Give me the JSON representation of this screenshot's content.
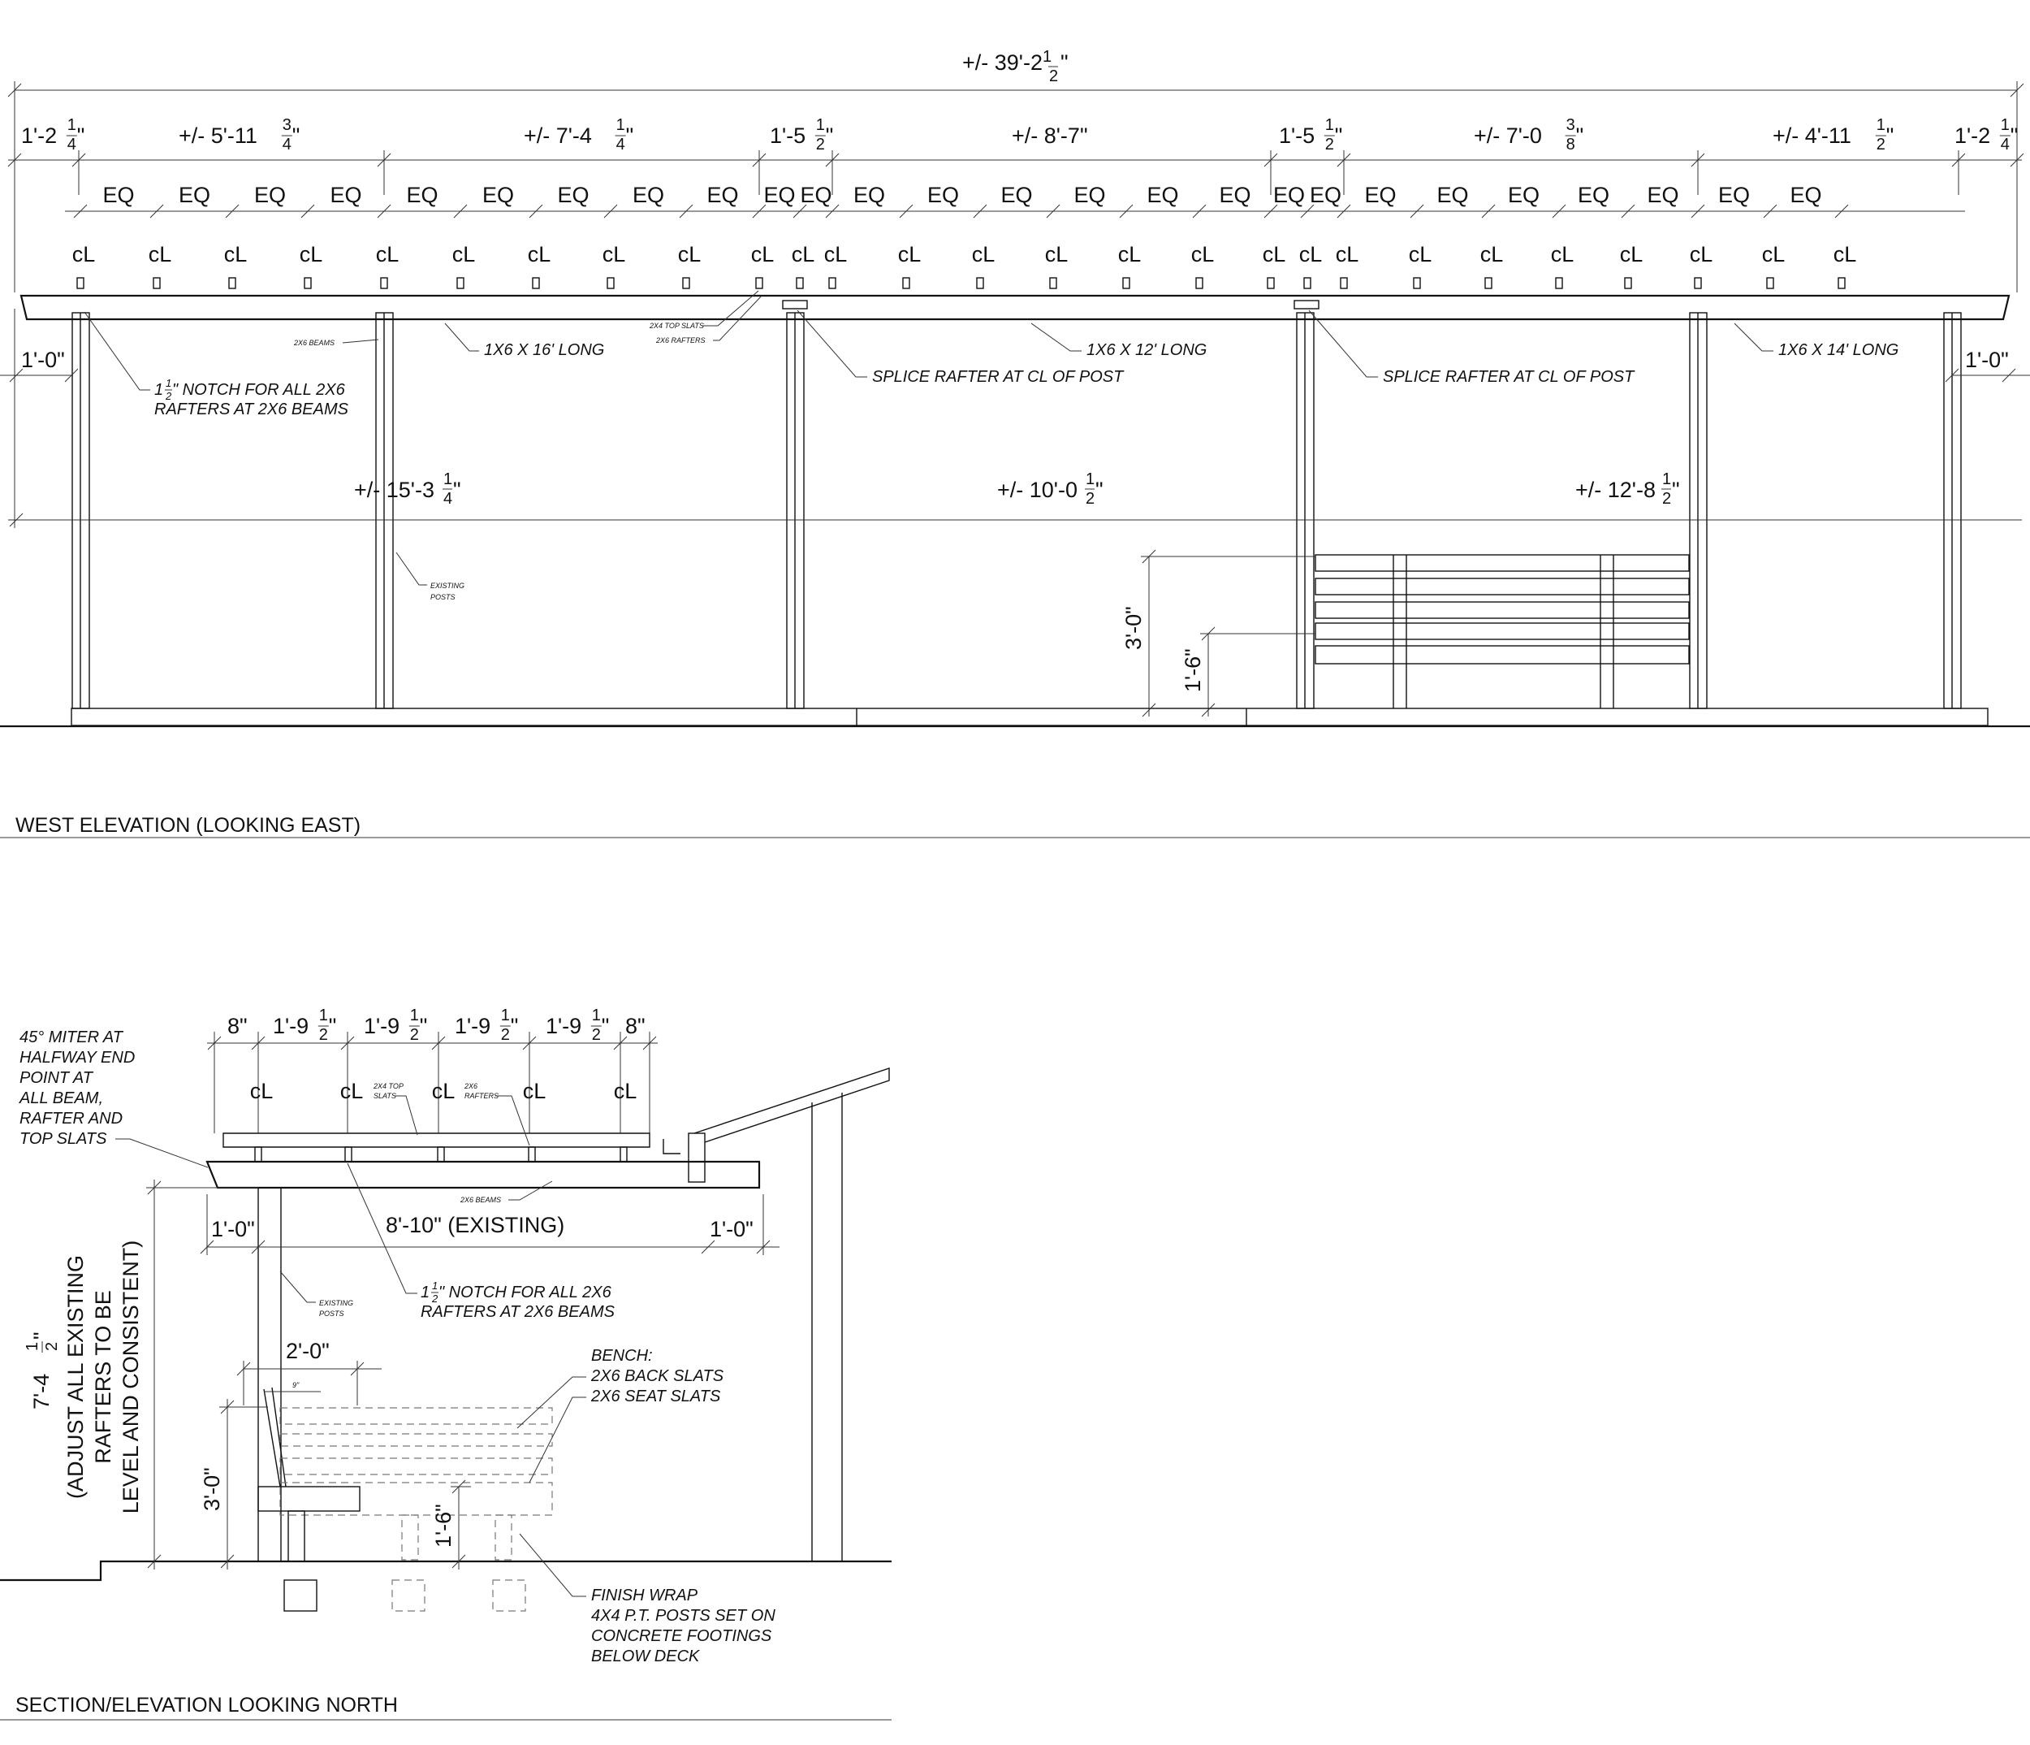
{
  "west_elevation": {
    "title": "WEST ELEVATION (LOOKING EAST)",
    "overall_dim": {
      "main": "+/- 39'-2",
      "num": "1",
      "den": "2",
      "suffix": "\""
    },
    "segment_dims": [
      {
        "main": "1'-2",
        "num": "1",
        "den": "4",
        "suffix": "\""
      },
      {
        "main": "+/- 5'-11",
        "num": "3",
        "den": "4",
        "suffix": "\""
      },
      {
        "main": "+/- 7'-4",
        "num": "1",
        "den": "4",
        "suffix": "\""
      },
      {
        "main": "1'-5",
        "num": "1",
        "den": "2",
        "suffix": "\""
      },
      {
        "main": "+/- 8'-7\"",
        "num": "",
        "den": "",
        "suffix": ""
      },
      {
        "main": "1'-5",
        "num": "1",
        "den": "2",
        "suffix": "\""
      },
      {
        "main": "+/- 7'-0",
        "num": "3",
        "den": "8",
        "suffix": "\""
      },
      {
        "main": "+/- 4'-11",
        "num": "1",
        "den": "2",
        "suffix": "\""
      },
      {
        "main": "1'-2",
        "num": "1",
        "den": "4",
        "suffix": "\""
      }
    ],
    "eq_label": "EQ",
    "cl_label": "cL",
    "eq_count": 26,
    "rafter_count": 27,
    "notes": {
      "beam_2x6": "2X6 BEAMS",
      "top_slats": "2X4 TOP SLATS",
      "rafters": "2X6 RAFTERS",
      "span_1": "1X6 X 16' LONG",
      "span_2": "1X6 X 12' LONG",
      "span_3": "1X6 X 14' LONG",
      "splice_1": "SPLICE RAFTER AT CL OF POST",
      "splice_2": "SPLICE RAFTER AT CL OF POST",
      "notch_line1_pre": "1",
      "notch_num": "1",
      "notch_den": "2",
      "notch_line1": "\" NOTCH FOR ALL 2X6",
      "notch_line2": "RAFTERS AT 2X6 BEAMS",
      "existing_posts_1": "EXISTING",
      "existing_posts_2": "POSTS"
    },
    "overhang_left": "1'-0\"",
    "overhang_right": "1'-0\"",
    "height_dims": [
      {
        "main": "+/- 15'-3",
        "num": "1",
        "den": "4",
        "suffix": "\""
      },
      {
        "main": "+/- 10'-0",
        "num": "1",
        "den": "2",
        "suffix": "\""
      },
      {
        "main": "+/- 12'-8",
        "num": "1",
        "den": "2",
        "suffix": "\""
      }
    ],
    "bench_height": "3'-0\"",
    "seat_height": "1'-6\""
  },
  "section": {
    "title": "SECTION/ELEVATION LOOKING NORTH",
    "top_dims": [
      {
        "main": "8\"",
        "num": "",
        "den": "",
        "suffix": ""
      },
      {
        "main": "1'-9",
        "num": "1",
        "den": "2",
        "suffix": "\""
      },
      {
        "main": "1'-9",
        "num": "1",
        "den": "2",
        "suffix": "\""
      },
      {
        "main": "1'-9",
        "num": "1",
        "den": "2",
        "suffix": "\""
      },
      {
        "main": "1'-9",
        "num": "1",
        "den": "2",
        "suffix": "\""
      },
      {
        "main": "8\"",
        "num": "",
        "den": "",
        "suffix": ""
      }
    ],
    "cl_label": "cL",
    "miter_note": [
      "45° MITER AT",
      "HALFWAY END",
      "POINT AT",
      "ALL BEAM,",
      "RAFTER AND",
      "TOP SLATS"
    ],
    "top_slats_1": "2X4 TOP",
    "top_slats_2": "SLATS",
    "rafters_1": "2X6",
    "rafters_2": "RAFTERS",
    "beams": "2X6 BEAMS",
    "span": "8'-10\" (EXISTING)",
    "overhang_left": "1'-0\"",
    "overhang_right": "1'-0\"",
    "existing_posts_1": "EXISTING",
    "existing_posts_2": "POSTS",
    "notch_line1_pre": "1",
    "notch_num": "1",
    "notch_den": "2",
    "notch_line1": "\" NOTCH FOR ALL 2X6",
    "notch_line2": "RAFTERS AT 2X6 BEAMS",
    "bench_depth": "2'-0\"",
    "back_offset": "9\"",
    "bench_note": [
      "BENCH:",
      "2X6 BACK SLATS",
      "2X6 SEAT SLATS"
    ],
    "height_main": "7'-4",
    "height_num": "1",
    "height_den": "2",
    "height_suffix": "\"",
    "adjust_note": [
      "(ADJUST ALL EXISTING",
      "RAFTERS TO BE",
      "LEVEL AND CONSISTENT)"
    ],
    "bench_height": "3'-0\"",
    "seat_height": "1'-6\"",
    "footing_note": [
      "FINISH WRAP",
      "4X4 P.T. POSTS SET ON",
      "CONCRETE FOOTINGS",
      "BELOW DECK"
    ]
  }
}
